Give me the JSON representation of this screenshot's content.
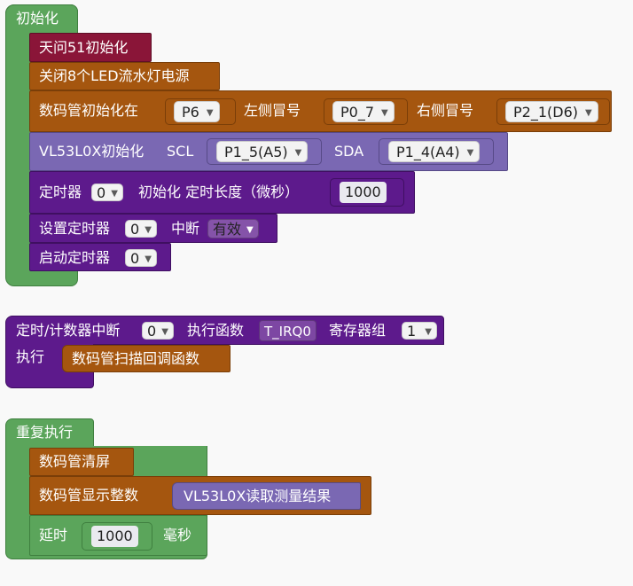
{
  "init": {
    "label": "初始化",
    "tianwen_init": "天问51初始化",
    "led_off": "关闭8个LED流水灯电源",
    "seg_init": {
      "label": "数码管初始化在",
      "pin1": "P6",
      "left_label": "左侧冒号",
      "pin2": "P0_7",
      "right_label": "右侧冒号",
      "pin3": "P2_1(D6)"
    },
    "vl53_init": {
      "label": "VL53L0X初始化",
      "scl_label": "SCL",
      "scl_pin": "P1_5(A5)",
      "sda_label": "SDA",
      "sda_pin": "P1_4(A4)"
    },
    "timer_init": {
      "label1": "定时器",
      "timer": "0",
      "label2": "初始化 定时长度（微秒）",
      "value": "1000"
    },
    "timer_irq": {
      "label1": "设置定时器",
      "timer": "0",
      "label2": "中断",
      "state": "有效"
    },
    "timer_start": {
      "label": "启动定时器",
      "timer": "0"
    }
  },
  "isr": {
    "label1": "定时/计数器中断",
    "timer": "0",
    "label2": "执行函数",
    "func": "T_IRQ0",
    "label3": "寄存器组",
    "bank": "1",
    "exec_label": "执行",
    "call": "数码管扫描回调函数"
  },
  "loop": {
    "label": "重复执行",
    "clear": "数码管清屏",
    "show_int": "数码管显示整数",
    "vl53_read": "VL53L0X读取测量结果",
    "delay_label": "延时",
    "delay_value": "1000",
    "delay_unit": "毫秒"
  }
}
